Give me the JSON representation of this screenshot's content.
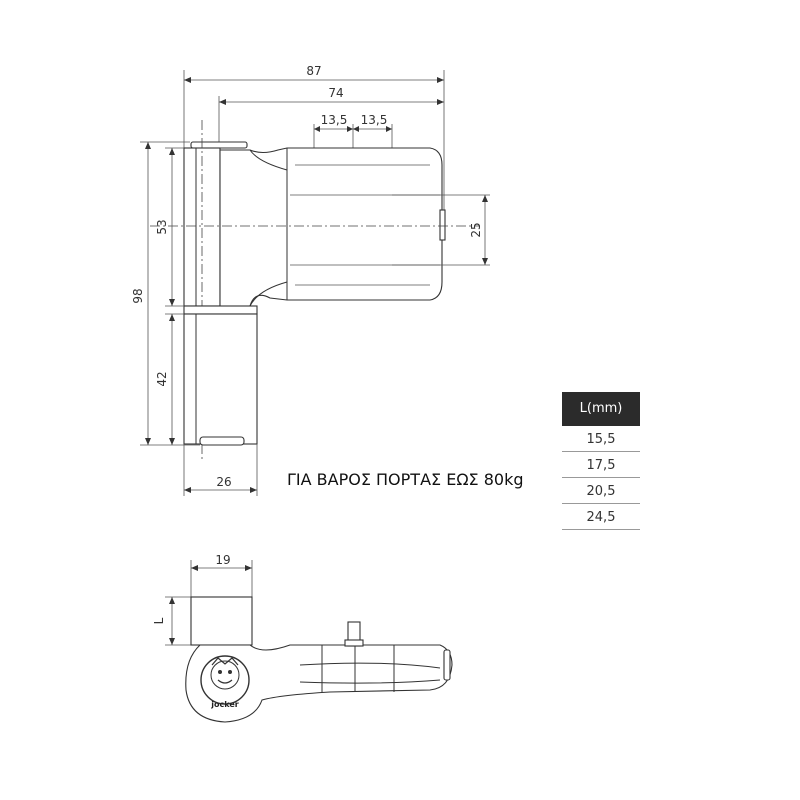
{
  "dimensions": {
    "overall_width": "87",
    "leaf_width": "74",
    "bolt_spacing_a": "13,5",
    "bolt_spacing_b": "13,5",
    "bolt_vertical": "25",
    "upper_height": "53",
    "total_height": "98",
    "lower_height": "42",
    "knuckle_width": "26",
    "bottom_knuckle_width": "19",
    "l_label": "L"
  },
  "caption": "ΓΙΑ ΒΑΡΟΣ ΠΟΡΤΑΣ ΕΩΣ 80kg",
  "l_table": {
    "header": "L(mm)",
    "rows": [
      "15,5",
      "17,5",
      "20,5",
      "24,5"
    ]
  },
  "logo": {
    "text": "jocker"
  }
}
